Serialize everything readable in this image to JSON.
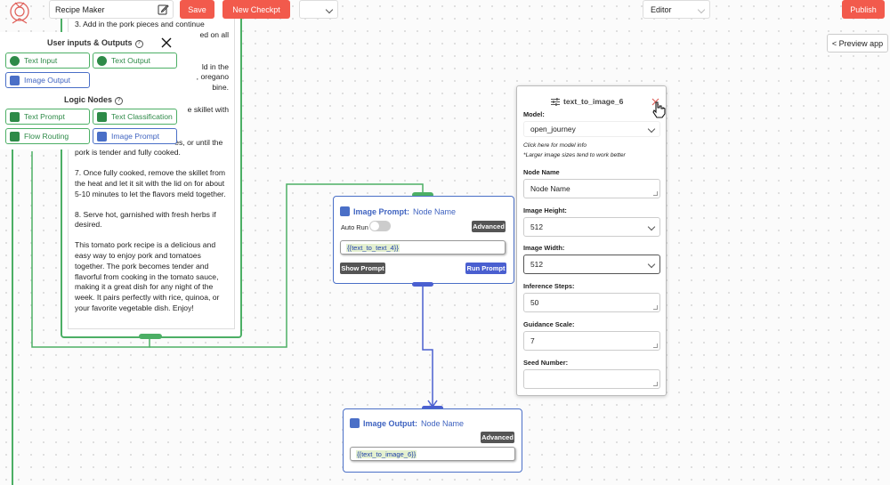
{
  "colors": {
    "accent_red": "#f25a4c",
    "node_blue": "#4a6fc7",
    "node_green": "#4caf65"
  },
  "topbar": {
    "app_name": "Recipe Maker",
    "save_label": "Save",
    "checkpoint_label": "New Checkpt",
    "mode_select": "Editor",
    "publish_label": "Publish",
    "preview_label": "< Preview app"
  },
  "text_node": {
    "paragraphs": [
      "3. Add in the pork pieces and continue",
      "ed on all",
      "ld in the",
      ", oregano",
      "bine.",
      "e skillet with",
      "ow and\nsimmer for about 30-40 minutes, or until the\npork is tender and fully cooked.",
      "7. Once fully cooked, remove the skillet from\nthe heat and let it sit with the lid on for about\n5-10 minutes to let the flavors meld together.",
      "8. Serve hot, garnished with fresh herbs if\ndesired.",
      "This tomato pork recipe is a delicious and\neasy way to enjoy pork and tomatoes\ntogether. The pork becomes tender and\nflavorful from cooking in the tomato sauce,\nmaking it a great dish for any night of the\nweek. It pairs perfectly with rice, quinoa, or\nyour favorite vegetable dish. Enjoy!"
    ]
  },
  "palette": {
    "io_title": "User inputs & Outputs",
    "io_items": [
      "Text Input",
      "Text Output",
      "Image Output"
    ],
    "logic_title": "Logic Nodes",
    "logic_items": [
      "Text Prompt",
      "Text Classification",
      "Flow Routing",
      "Image Prompt"
    ]
  },
  "image_prompt_node": {
    "title": "Image Prompt:",
    "subtitle": "Node Name",
    "auto_run_label": "Auto Run",
    "advanced_label": "Advanced",
    "input_value": "{{text_to_text_4}}",
    "show_prompt_label": "Show Prompt",
    "run_prompt_label": "Run Prompt"
  },
  "image_output_node": {
    "title": "Image Output:",
    "subtitle": "Node Name",
    "advanced_label": "Advanced",
    "input_value": "{{text_to_image_6}}"
  },
  "panel": {
    "title": "text_to_image_6",
    "model_label": "Model:",
    "model_value": "open_journey",
    "model_note1": "Click here for model info",
    "model_note2": "*Larger image sizes tend to work better",
    "node_name_label": "Node Name",
    "node_name_value": "Node Name",
    "height_label": "Image Height:",
    "height_value": "512",
    "width_label": "Image Width:",
    "width_value": "512",
    "steps_label": "Inference Steps:",
    "steps_value": "50",
    "guidance_label": "Guidance Scale:",
    "guidance_value": "7",
    "seed_label": "Seed Number:",
    "seed_value": ""
  }
}
